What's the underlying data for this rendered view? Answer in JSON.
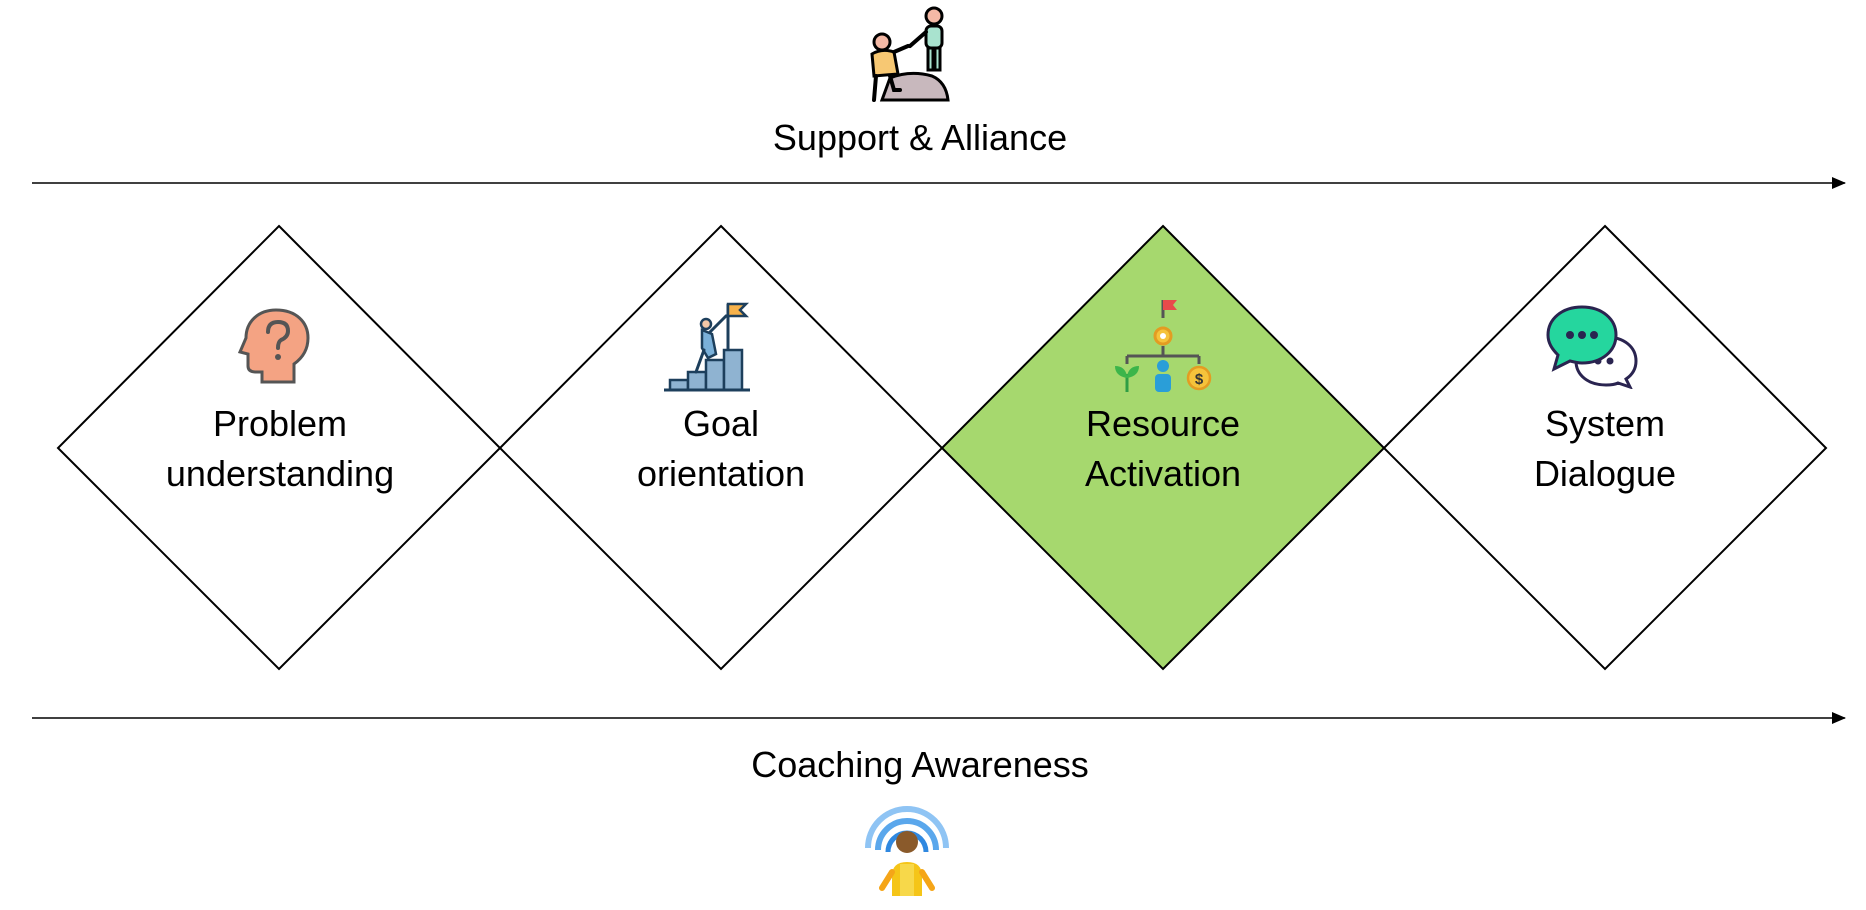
{
  "top": {
    "title": "Support & Alliance",
    "icon": "helping-hand-icon"
  },
  "bottom": {
    "title": "Coaching Awareness",
    "icon": "awareness-person-icon"
  },
  "stages": [
    {
      "line1": "Problem",
      "line2": "understanding",
      "icon": "head-question-icon",
      "highlighted": false
    },
    {
      "line1": "Goal",
      "line2": "orientation",
      "icon": "climber-flag-icon",
      "highlighted": false
    },
    {
      "line1": "Resource",
      "line2": "Activation",
      "icon": "resource-tree-icon",
      "highlighted": true
    },
    {
      "line1": "System",
      "line2": "Dialogue",
      "icon": "speech-bubbles-icon",
      "highlighted": false
    }
  ],
  "colors": {
    "highlight_fill": "#a6d86e",
    "outline": "#000000"
  }
}
